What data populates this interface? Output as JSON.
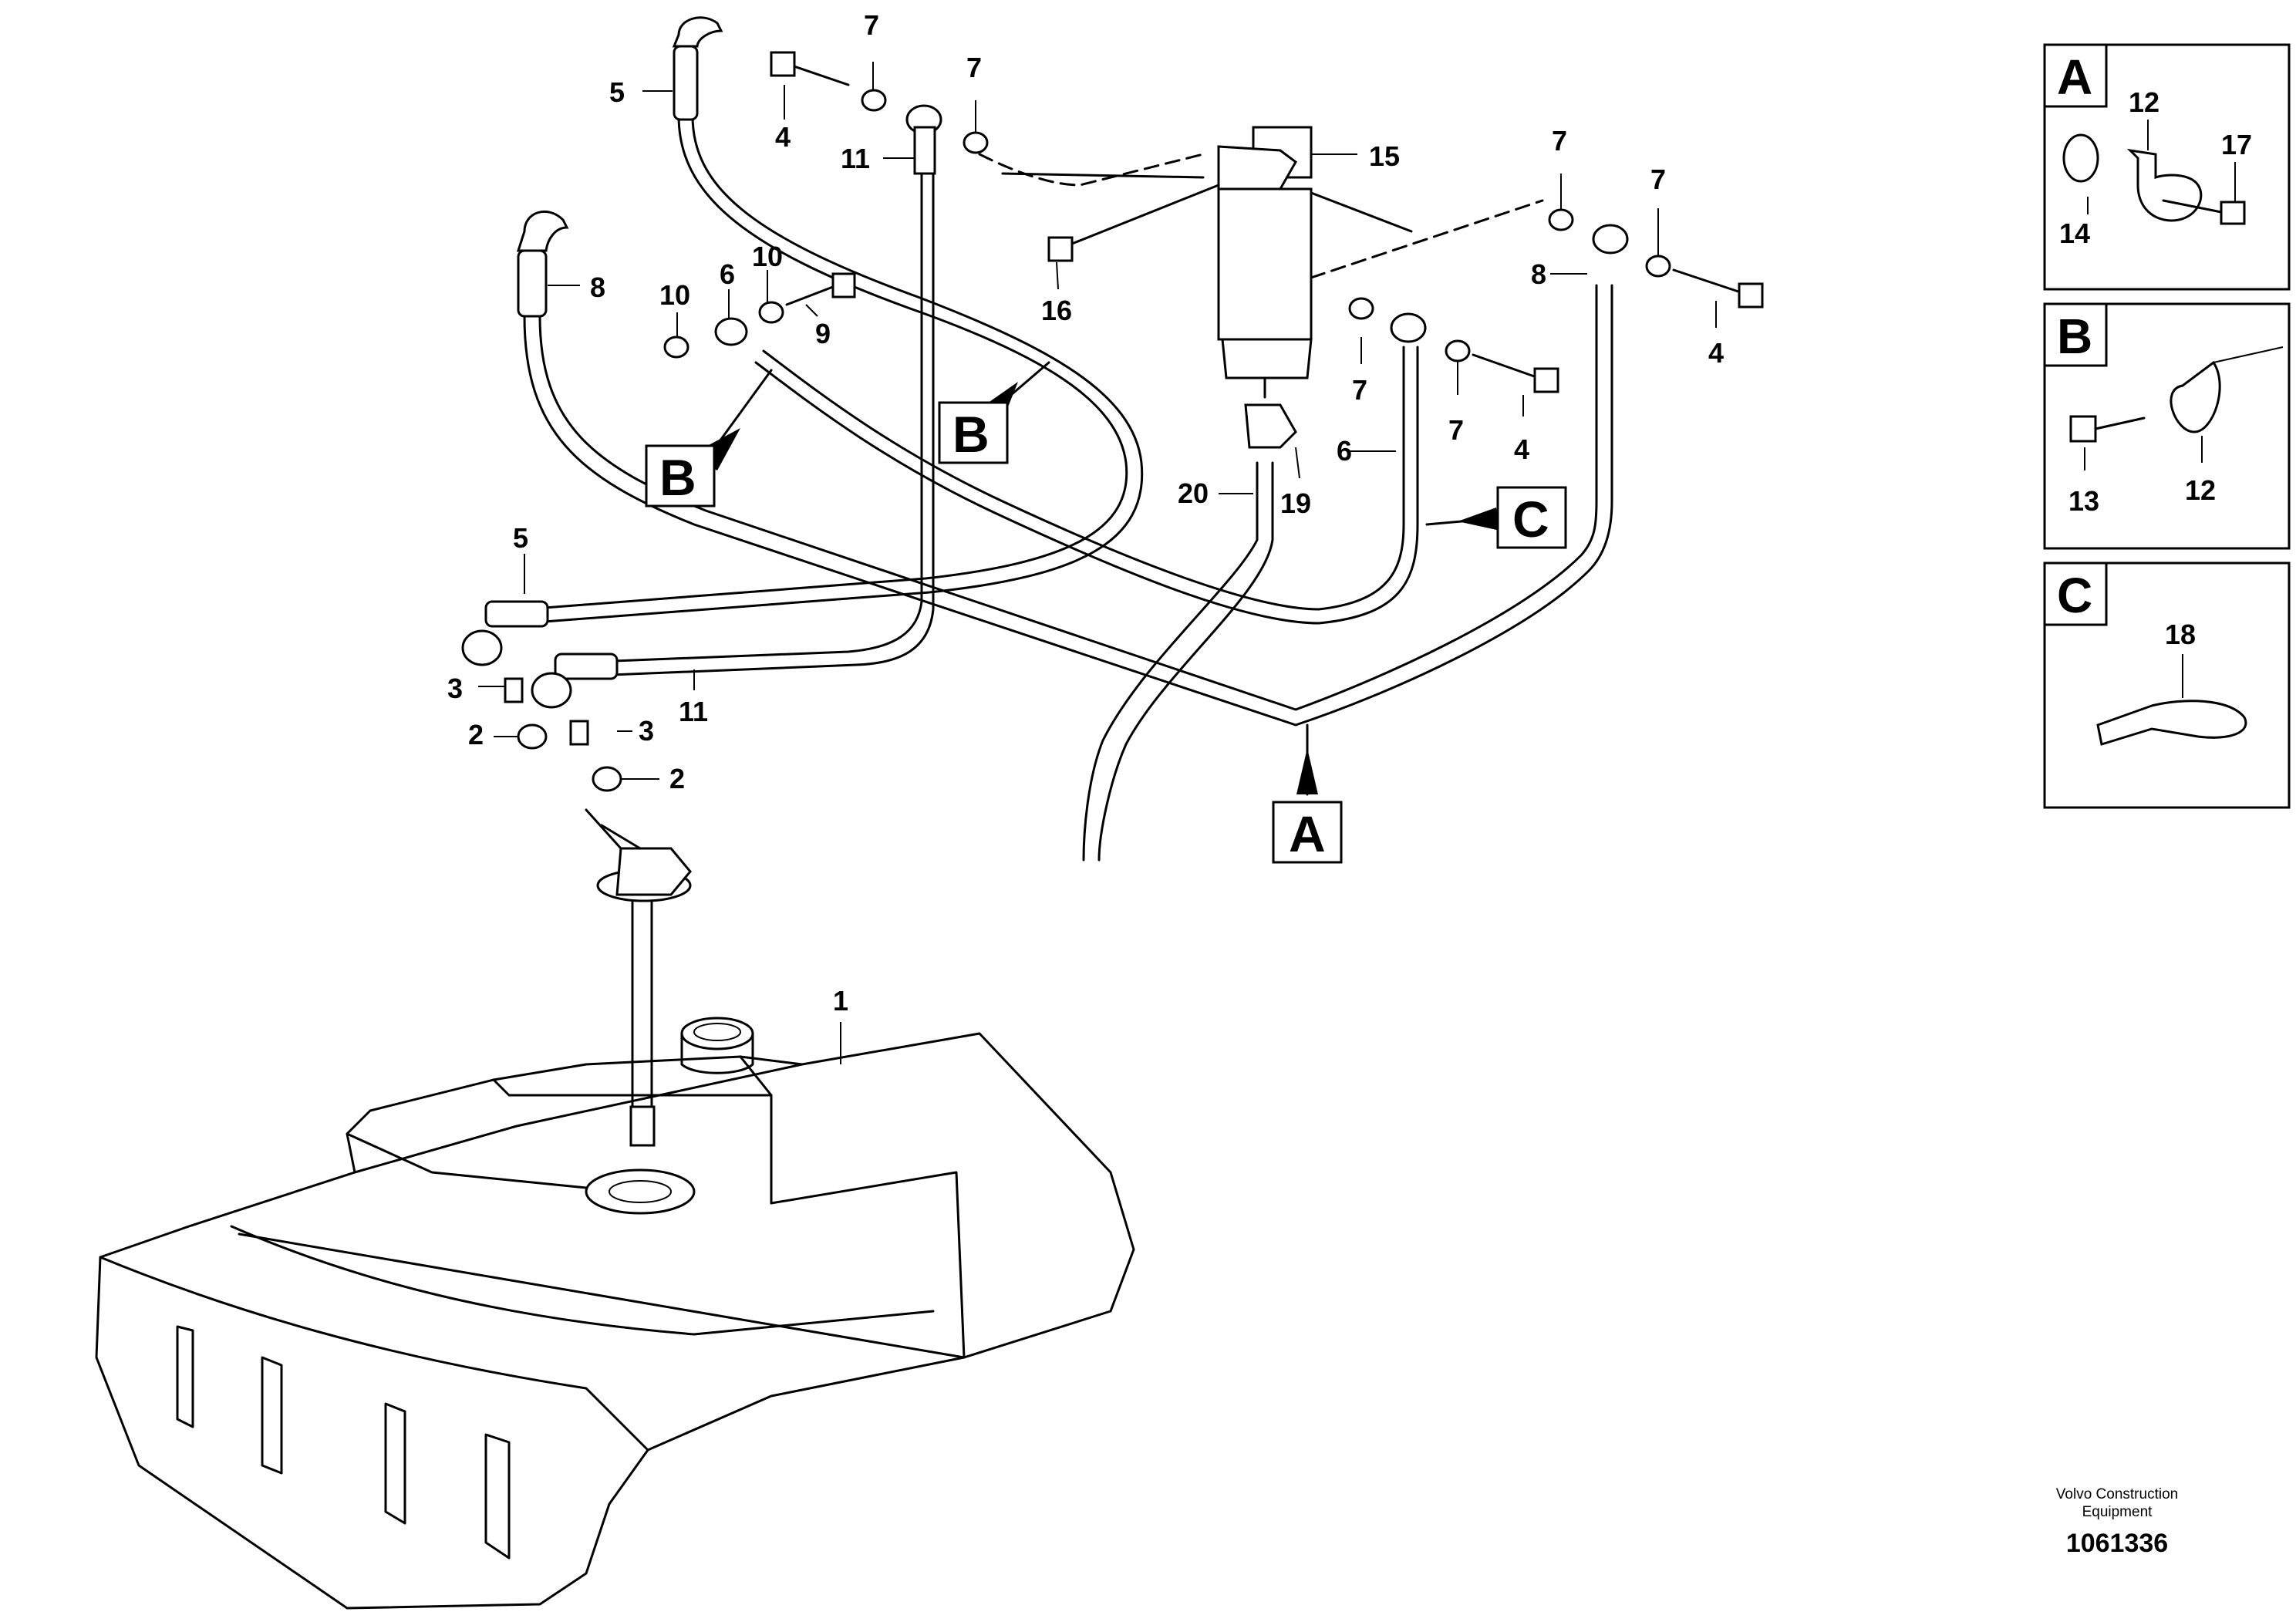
{
  "diagram": {
    "part_labels": [
      "1",
      "2",
      "2",
      "3",
      "3",
      "4",
      "4",
      "4",
      "5",
      "5",
      "6",
      "6",
      "7",
      "7",
      "7",
      "7",
      "7",
      "7",
      "8",
      "8",
      "9",
      "10",
      "10",
      "11",
      "11",
      "15",
      "16",
      "19",
      "20"
    ],
    "reference_boxes": [
      "B",
      "B",
      "C",
      "A"
    ],
    "insets": [
      {
        "letter": "A",
        "labels": [
          "12",
          "17",
          "14"
        ]
      },
      {
        "letter": "B",
        "labels": [
          "13",
          "12"
        ]
      },
      {
        "letter": "C",
        "labels": [
          "18"
        ]
      }
    ]
  },
  "footer": {
    "company_line1": "Volvo Construction",
    "company_line2": "Equipment",
    "drawing_number": "1061336"
  }
}
